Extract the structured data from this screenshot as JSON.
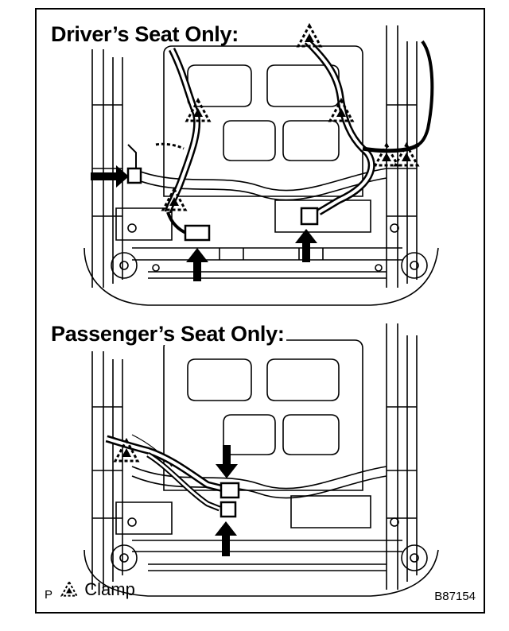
{
  "headings": {
    "driver": "Driver’s Seat Only:",
    "passenger": "Passenger’s Seat Only:"
  },
  "legend": {
    "prefix": "P",
    "icon": "clamp-triangle-icon",
    "label": "Clamp"
  },
  "figure_code": "B87154"
}
